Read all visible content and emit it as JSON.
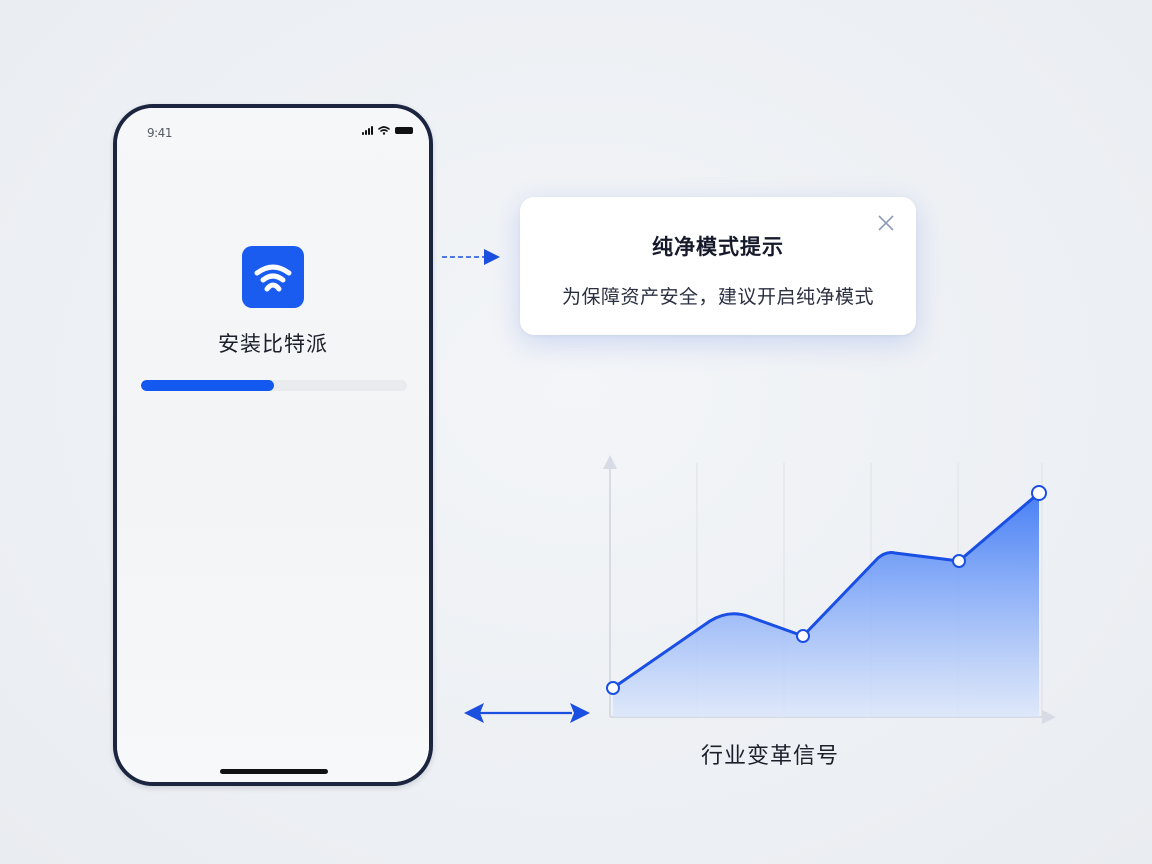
{
  "phone": {
    "status_bar": {
      "time": "9:41",
      "icons": [
        "signal-icon",
        "wifi-icon",
        "battery-icon"
      ]
    },
    "app": {
      "icon": "wifi-icon",
      "icon_color": "#1a5cf0",
      "name": "安装比特派"
    },
    "progress": {
      "percent": 50,
      "fill_color": "#1459ef",
      "track_color": "#e9ebef"
    }
  },
  "connector_arrow": {
    "style": "dashed",
    "direction": "right",
    "color": "#1a4fe0"
  },
  "popup": {
    "title": "纯净模式提示",
    "message": "为保障资产安全，建议开启纯净模式",
    "close_icon": "close-icon"
  },
  "bidirectional_arrow": {
    "direction": "left-right",
    "color": "#1a4fe0"
  },
  "chart_label": "行业变革信号",
  "chart_data": {
    "type": "area",
    "title": "行业变革信号",
    "xlabel": "",
    "ylabel": "",
    "x": [
      0,
      1,
      2,
      3,
      4,
      5,
      6
    ],
    "values": [
      12,
      41,
      32,
      64,
      61,
      87,
      0
    ],
    "points": [
      {
        "x": 0,
        "y": 12,
        "marker": true
      },
      {
        "x": 1.35,
        "y": 41,
        "marker": false
      },
      {
        "x": 2.2,
        "y": 32,
        "marker": true
      },
      {
        "x": 3.25,
        "y": 64,
        "marker": false
      },
      {
        "x": 4.0,
        "y": 61,
        "marker": true
      },
      {
        "x": 4.9,
        "y": 87,
        "marker": true
      }
    ],
    "ylim": [
      0,
      100
    ],
    "xlim": [
      0,
      5
    ],
    "grid": "vertical",
    "tick_labels": [],
    "legend": null,
    "line_color": "#1a4fe6",
    "fill_gradient": [
      "#3f7af5",
      "#dbe6fb"
    ]
  }
}
